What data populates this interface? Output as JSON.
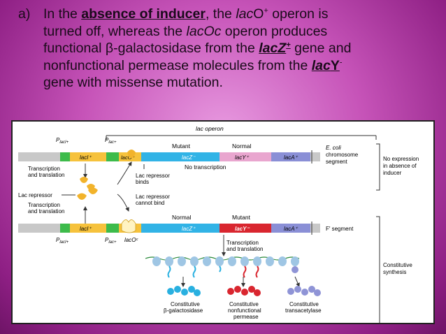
{
  "slide": {
    "marker": "a)",
    "line1_pre": "In the ",
    "line1_bold": "absence of inducer",
    "line1_mid": ", the ",
    "line1_lac": "lac",
    "line1_O": "O",
    "line1_sup": "+",
    "line1_post": " operon is",
    "line2_pre": "turned off, whereas the ",
    "line2_italic": "lacOc",
    "line2_post": " operon produces",
    "line3_pre": "functional β-galactosidase from the ",
    "line3_gene": "lacZ",
    "line3_sup": "+",
    "line3_post": " gene and",
    "line4_pre": "nonfunctional permease molecules from the ",
    "line4_gene_it": "lac",
    "line4_gene": "Y",
    "line4_sup": "-",
    "line5": "gene with missense mutation."
  },
  "figure": {
    "lac_operon": "lac operon",
    "p_lacI_top": "P",
    "p_lacI_top_sub": "lacI+",
    "p_lac_top": "P",
    "p_lac_top_sub": "lac+",
    "mutant_top": "Mutant",
    "normal_top": "Normal",
    "seg_lacI": "lacI⁺",
    "seg_lacO": "lacO⁺",
    "seg_lacZ_top": "lacZ⁻",
    "seg_lacY_top": "lacY⁺",
    "seg_lacA_top": "lacA⁺",
    "ecoli_1": "E. coli",
    "ecoli_2": "chromosome",
    "ecoli_3": "segment",
    "no_expr_1": "No expression",
    "no_expr_2": "in absence of",
    "no_expr_3": "inducer",
    "no_transcription": "No transcription",
    "trans_1": "Transcription",
    "trans_2": "and translation",
    "lac_rep_binds_1": "Lac repressor",
    "lac_rep_binds_2": "binds",
    "lac_repressor": "Lac repressor",
    "lac_rep_cannot_1": "Lac repressor",
    "lac_rep_cannot_2": "cannot bind",
    "trans2_1": "Transcription",
    "trans2_2": "and translation",
    "normal_bottom": "Normal",
    "mutant_bottom": "Mutant",
    "seg_lacI_b": "lacI⁺",
    "seg_lacZ_b": "lacZ⁺",
    "seg_lacY_b": "lacY⁻",
    "seg_lacA_b": "lacA⁺",
    "f_segment": "F′ segment",
    "p_lacI_bot": "P",
    "p_lacI_bot_sub": "lacI+",
    "p_lac_bot": "P",
    "p_lac_bot_sub": "lac+",
    "lacOc": "lacOᶜ",
    "trans3_1": "Transcription",
    "trans3_2": "and translation",
    "constitutive_1": "Constitutive",
    "constitutive_2": "synthesis",
    "prod1_1": "Constitutive",
    "prod1_2": "β-galactosidase",
    "prod2_1": "Constitutive",
    "prod2_2": "nonfunctional",
    "prod2_3": "permease",
    "prod3_1": "Constitutive",
    "prod3_2": "transacetylase"
  },
  "colors": {
    "lacI": "#f6c23c",
    "lacO": "#f6c23c",
    "promoter": "#3dbb4b",
    "lacZ": "#31b3e6",
    "lacY_normal": "#e9a6cf",
    "lacY_mutant": "#d9262f",
    "lacA": "#8a8fd6",
    "repressor": "#f2b32b",
    "bgal": "#29b0e0",
    "perm": "#d9262f",
    "trans": "#8f94d6"
  }
}
